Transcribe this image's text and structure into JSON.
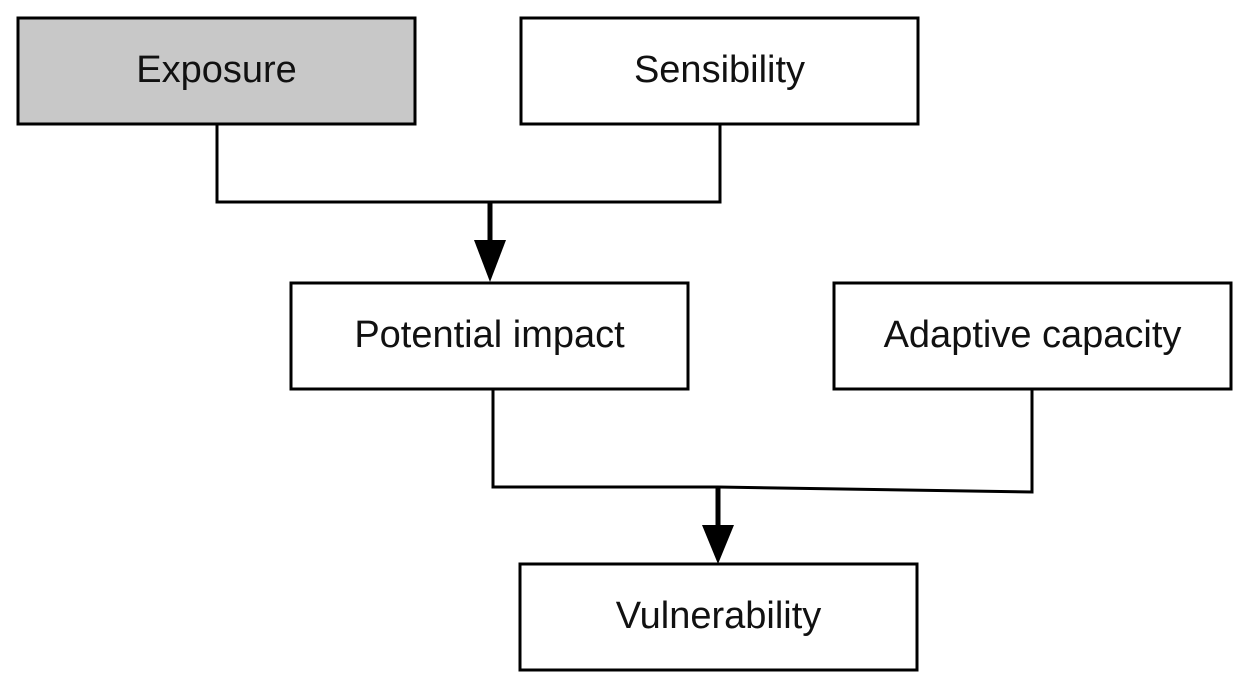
{
  "nodes": {
    "exposure": {
      "label": "Exposure",
      "fill": "#c8c8c8"
    },
    "sensibility": {
      "label": "Sensibility",
      "fill": "#ffffff"
    },
    "potential_impact": {
      "label": "Potential impact",
      "fill": "#ffffff"
    },
    "adaptive_capacity": {
      "label": "Adaptive capacity",
      "fill": "#ffffff"
    },
    "vulnerability": {
      "label": "Vulnerability",
      "fill": "#ffffff"
    }
  },
  "edges": [
    {
      "from": [
        "exposure",
        "sensibility"
      ],
      "to": "potential_impact"
    },
    {
      "from": [
        "potential_impact",
        "adaptive_capacity"
      ],
      "to": "vulnerability"
    }
  ],
  "colors": {
    "stroke": "#000000",
    "text": "#111111"
  }
}
